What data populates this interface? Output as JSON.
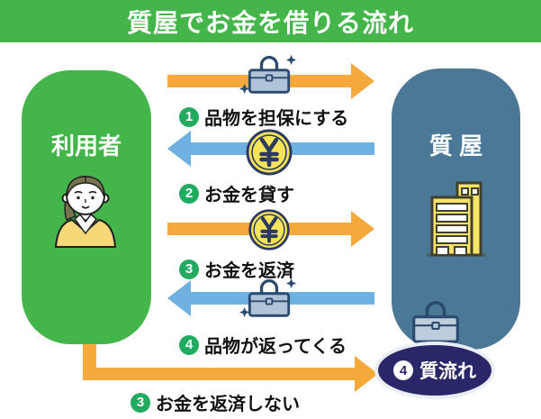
{
  "title": "質屋でお金を借りる流れ",
  "actors": {
    "user": {
      "label": "利用者",
      "illustration": "woman-person-icon",
      "box_color": "#44B54A"
    },
    "pawnshop": {
      "label": "質 屋",
      "illustration": "building-icon",
      "box_color": "#4B7896"
    }
  },
  "steps": [
    {
      "num": "1",
      "label": "品物を担保にする",
      "direction": "right",
      "arrow_color": "#F6A93B",
      "icon": "briefcase-icon"
    },
    {
      "num": "2",
      "label": "お金を貸す",
      "direction": "left",
      "arrow_color": "#6FB1E0",
      "icon": "yen-coin-icon"
    },
    {
      "num": "3",
      "label": "お金を返済",
      "direction": "right",
      "arrow_color": "#F6A93B",
      "icon": "yen-coin-icon"
    },
    {
      "num": "4",
      "label": "品物が返ってくる",
      "direction": "left",
      "arrow_color": "#6FB1E0",
      "icon": "briefcase-icon"
    },
    {
      "num": "3",
      "label": "お金を返済しない",
      "direction": "right",
      "arrow_color": "#F6A93B",
      "icon": "none"
    }
  ],
  "badge": {
    "num": "4",
    "label": "質流れ",
    "icon": "briefcase-icon",
    "color": "#2A2768"
  },
  "colors": {
    "header_green": "#44B54A",
    "step_number_green": "#23AA61",
    "orange_arrow": "#F6A93B",
    "blue_arrow": "#6FB1E0",
    "shop_slate_blue": "#4B7896",
    "badge_navy": "#2A2768",
    "coin_yellow": "#F7E45A",
    "briefcase_blue": "#AFC4D8",
    "outline_navy": "#2C4A6E"
  }
}
